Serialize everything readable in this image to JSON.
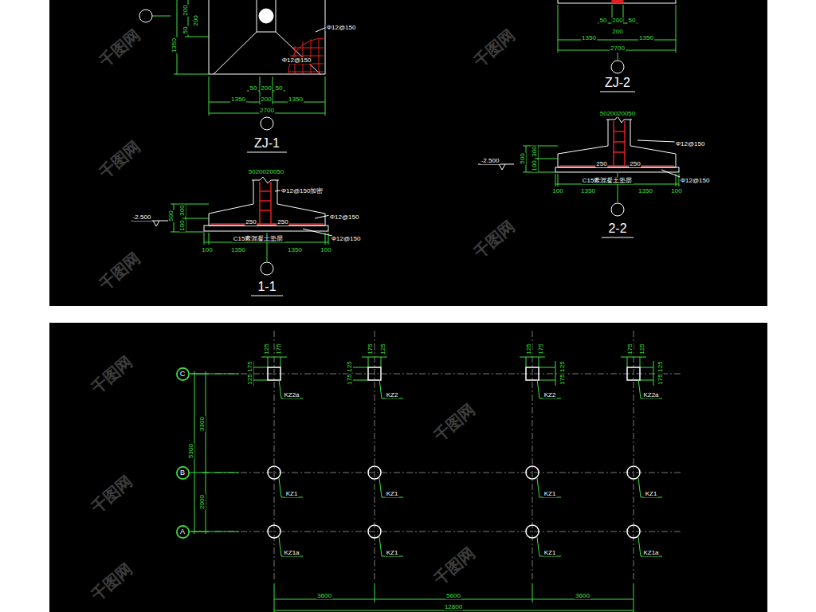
{
  "diagram": {
    "nodes": [
      {
        "text": [
          "C"
        ]
      },
      {
        "text": [
          "B"
        ]
      },
      {
        "text": [
          "A"
        ]
      }
    ],
    "labels": [
      "200",
      "200",
      "50",
      "1350",
      "Φ12@150",
      "Φ12@150",
      "50",
      "200",
      "50",
      "1350",
      "200",
      "1350",
      "2700",
      "ZJ-1",
      "5020020050",
      "Φ12@150加密",
      "-2.500",
      "500",
      "300",
      "100",
      "250",
      "250",
      "Φ12@150",
      "C15素混凝土垫层",
      "Φ12@150",
      "100",
      "1350",
      "1350",
      "100",
      "1-1",
      "50",
      "200",
      "50",
      "1350",
      "200",
      "1350",
      "2700",
      "ZJ-2",
      "5020020050",
      "Φ12@150",
      "-2.500",
      "500",
      "300",
      "100",
      "250",
      "250",
      "C15素混凝土垫层",
      "Φ12@150",
      "100",
      "1350",
      "1350",
      "100",
      "2-2",
      "125",
      "175",
      "175",
      "125",
      "125",
      "175",
      "175",
      "125",
      "175",
      "125",
      "125",
      "175",
      "125",
      "175",
      "125",
      "175",
      "KZ2a",
      "KZ2",
      "KZ2",
      "KZ2a",
      "KZ1",
      "KZ1",
      "KZ1",
      "KZ1",
      "KZ1a",
      "KZ1",
      "KZ1",
      "KZ1a",
      "3300",
      "5300",
      "2000",
      "3600",
      "5600",
      "3600",
      "12800",
      "千图网",
      "千图网",
      "千图网",
      "千图网",
      "千图网",
      "千图网",
      "千图网",
      "千图网",
      "千图网",
      "千图网"
    ]
  }
}
